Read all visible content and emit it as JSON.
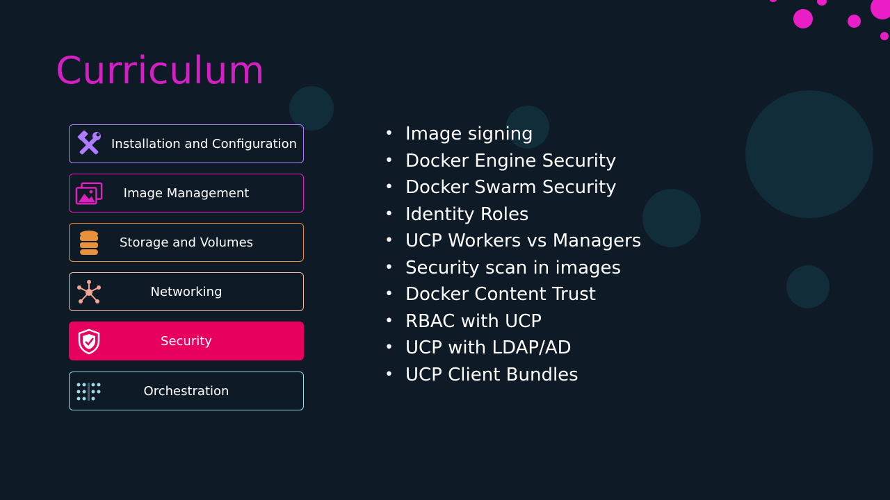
{
  "slide": {
    "title": "Curriculum",
    "colors": {
      "background": "#0e1b26",
      "title": "#d41fc4",
      "active": "#e8005f"
    }
  },
  "modules": [
    {
      "label": "Installation and Configuration",
      "icon": "hammer-wrench-icon",
      "color": "#b07cff",
      "active": false
    },
    {
      "label": "Image Management",
      "icon": "image-gallery-icon",
      "color": "#e21fbf",
      "active": false
    },
    {
      "label": "Storage and Volumes",
      "icon": "database-icon",
      "color": "#e8903a",
      "active": false
    },
    {
      "label": "Networking",
      "icon": "network-node-icon",
      "color": "#f2b9a8",
      "active": false
    },
    {
      "label": "Security",
      "icon": "shield-check-icon",
      "color": "#e8005f",
      "active": true
    },
    {
      "label": "Orchestration",
      "icon": "dots-grid-icon",
      "color": "#9fd9e8",
      "active": false
    }
  ],
  "topics": [
    "Image signing",
    "Docker Engine Security",
    "Docker Swarm Security",
    "Identity Roles",
    "UCP Workers vs Managers",
    "Security scan in images",
    "Docker Content Trust",
    "RBAC with UCP",
    "UCP with LDAP/AD",
    "UCP Client Bundles"
  ]
}
